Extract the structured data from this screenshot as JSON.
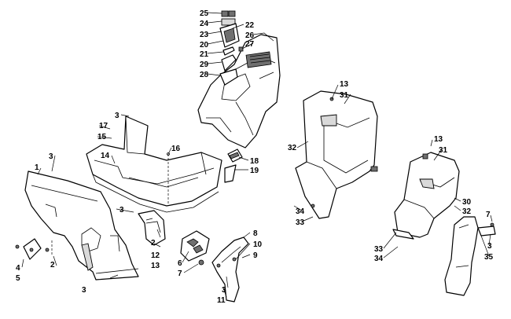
{
  "callouts": [
    "25",
    "24",
    "23",
    "20",
    "21",
    "29",
    "28",
    "22",
    "26",
    "27",
    "3",
    "17",
    "15",
    "14",
    "16",
    "18",
    "19",
    "13",
    "31",
    "32",
    "33",
    "34",
    "1",
    "4",
    "5",
    "2",
    "12",
    "6",
    "7",
    "8",
    "10",
    "9",
    "11",
    "30",
    "35"
  ]
}
